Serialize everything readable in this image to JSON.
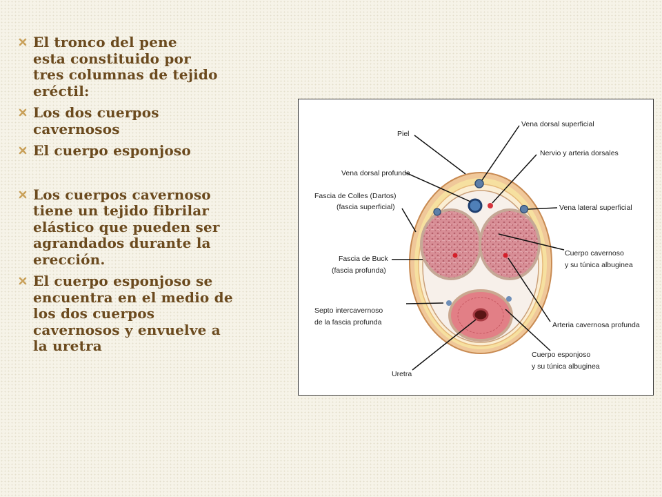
{
  "slide": {
    "bullets": [
      "El tronco del pene\nesta constituido por\ntres columnas de tejido\neréctil:",
      "Los dos cuerpos\ncavernosos",
      "El cuerpo esponjoso",
      "Los cuerpos cavernoso\ntiene un tejido fibrilar\nelástico que pueden ser\nagrandados durante la\nerección.",
      "El cuerpo esponjoso se\nencuentra en el medio de\nlos dos cuerpos\ncavernosos y envuelve  a\nla uretra"
    ],
    "bullet_icon": "x-cross-icon",
    "text_color": "#6b4a1e",
    "bullet_color": "#c9a15a"
  },
  "diagram": {
    "labels": {
      "piel": "Piel",
      "vena_dorsal_superficial": "Vena dorsal superficial",
      "nervio_arteria": "Nervio y arteria dorsales",
      "vena_dorsal_profunda": "Vena dorsal profunda",
      "fascia_colles_1": "Fascia de Colles (Dartos)",
      "fascia_colles_2": "(fascia superficial)",
      "vena_lateral": "Vena lateral superficial",
      "fascia_buck_1": "Fascia de Buck",
      "fascia_buck_2": "(fascia profunda)",
      "cuerpo_cavernoso_1": "Cuerpo cavernoso",
      "cuerpo_cavernoso_2": "y su túnica albuginea",
      "septo_1": "Septo intercavernoso",
      "septo_2": "de la fascia profunda",
      "arteria_cavernosa": "Arteria cavernosa profunda",
      "cuerpo_esponjoso_1": "Cuerpo esponjoso",
      "cuerpo_esponjoso_2": "y su túnica albuginea",
      "uretra": "Uretra"
    }
  }
}
